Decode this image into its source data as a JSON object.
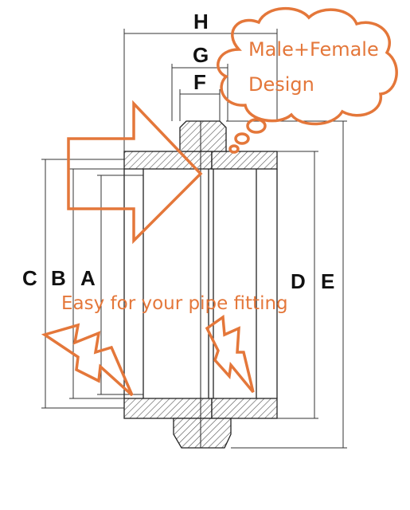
{
  "dimensions": {
    "H": "H",
    "G": "G",
    "F": "F",
    "C": "C",
    "B": "B",
    "A": "A",
    "D": "D",
    "E": "E"
  },
  "callout": {
    "line1": "Male+Female",
    "line2": "Design"
  },
  "caption": "Easy for your pipe fitting",
  "colors": {
    "accent": "#e4773a",
    "line": "#222222",
    "hatch": "#555555"
  }
}
